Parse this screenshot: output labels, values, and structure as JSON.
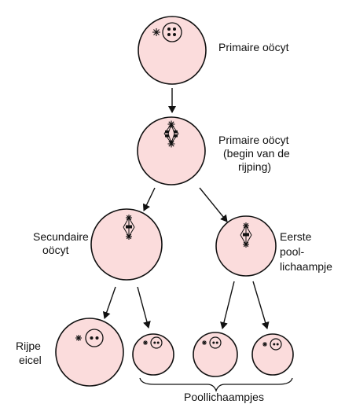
{
  "labels": {
    "primary_oocyte": "Primaire oöcyt",
    "primary_oocyte_maturation_line1": "Primaire oöcyt",
    "primary_oocyte_maturation_line2": "(begin van de",
    "primary_oocyte_maturation_line3": "rijping)",
    "secondary_oocyte_line1": "Secundaire",
    "secondary_oocyte_line2": "oöcyt",
    "first_polar_body_line1": "Eerste",
    "first_polar_body_line2": "pool-",
    "first_polar_body_line3": "lichaampje",
    "mature_egg_line1": "Rijpe",
    "mature_egg_line2": "eicel",
    "polar_bodies": "Poollichaampjes"
  },
  "colors": {
    "cell_fill": "#fbdcdc",
    "outline": "#111111",
    "chromosome": "#111111"
  }
}
